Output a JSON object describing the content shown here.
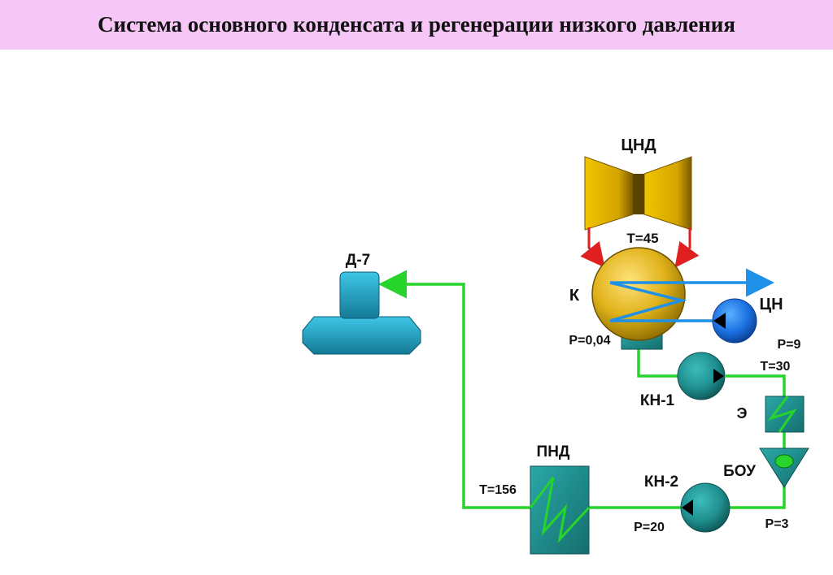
{
  "title": "Система основного конденсата и регенерации низкого давления",
  "labels": {
    "lp_cylinder": "ЦНД",
    "condenser": "К",
    "circ_pump": "ЦН",
    "condensate_pump_1": "КН-1",
    "ejector": "Э",
    "bou": "БОУ",
    "condensate_pump_2": "КН-2",
    "lp_heater": "ПНД",
    "deaerator": "Д-7"
  },
  "params": {
    "t_condenser": "Т=45",
    "p_condenser": "Р=0,04",
    "p_circ": "Р=9",
    "t_ejector_in": "Т=30",
    "p_bou": "Р=3",
    "p_kn2": "Р=20",
    "t_lp_heater": "Т=156"
  },
  "colors": {
    "title_bg": "#f6c7f6",
    "pipe_green": "#27d42b",
    "steam_red": "#e02020",
    "cooling_blue": "#1e90e8",
    "equipment_teal": "#1f8f8f",
    "turbine_gold": "#e6b800",
    "condenser_gold": "#e0b21a",
    "circ_pump_blue": "#1a6fe0"
  },
  "icons": [
    "turbine-icon",
    "condenser-icon",
    "pump-icon",
    "heat-exchanger-icon",
    "filter-icon",
    "deaerator-icon"
  ]
}
